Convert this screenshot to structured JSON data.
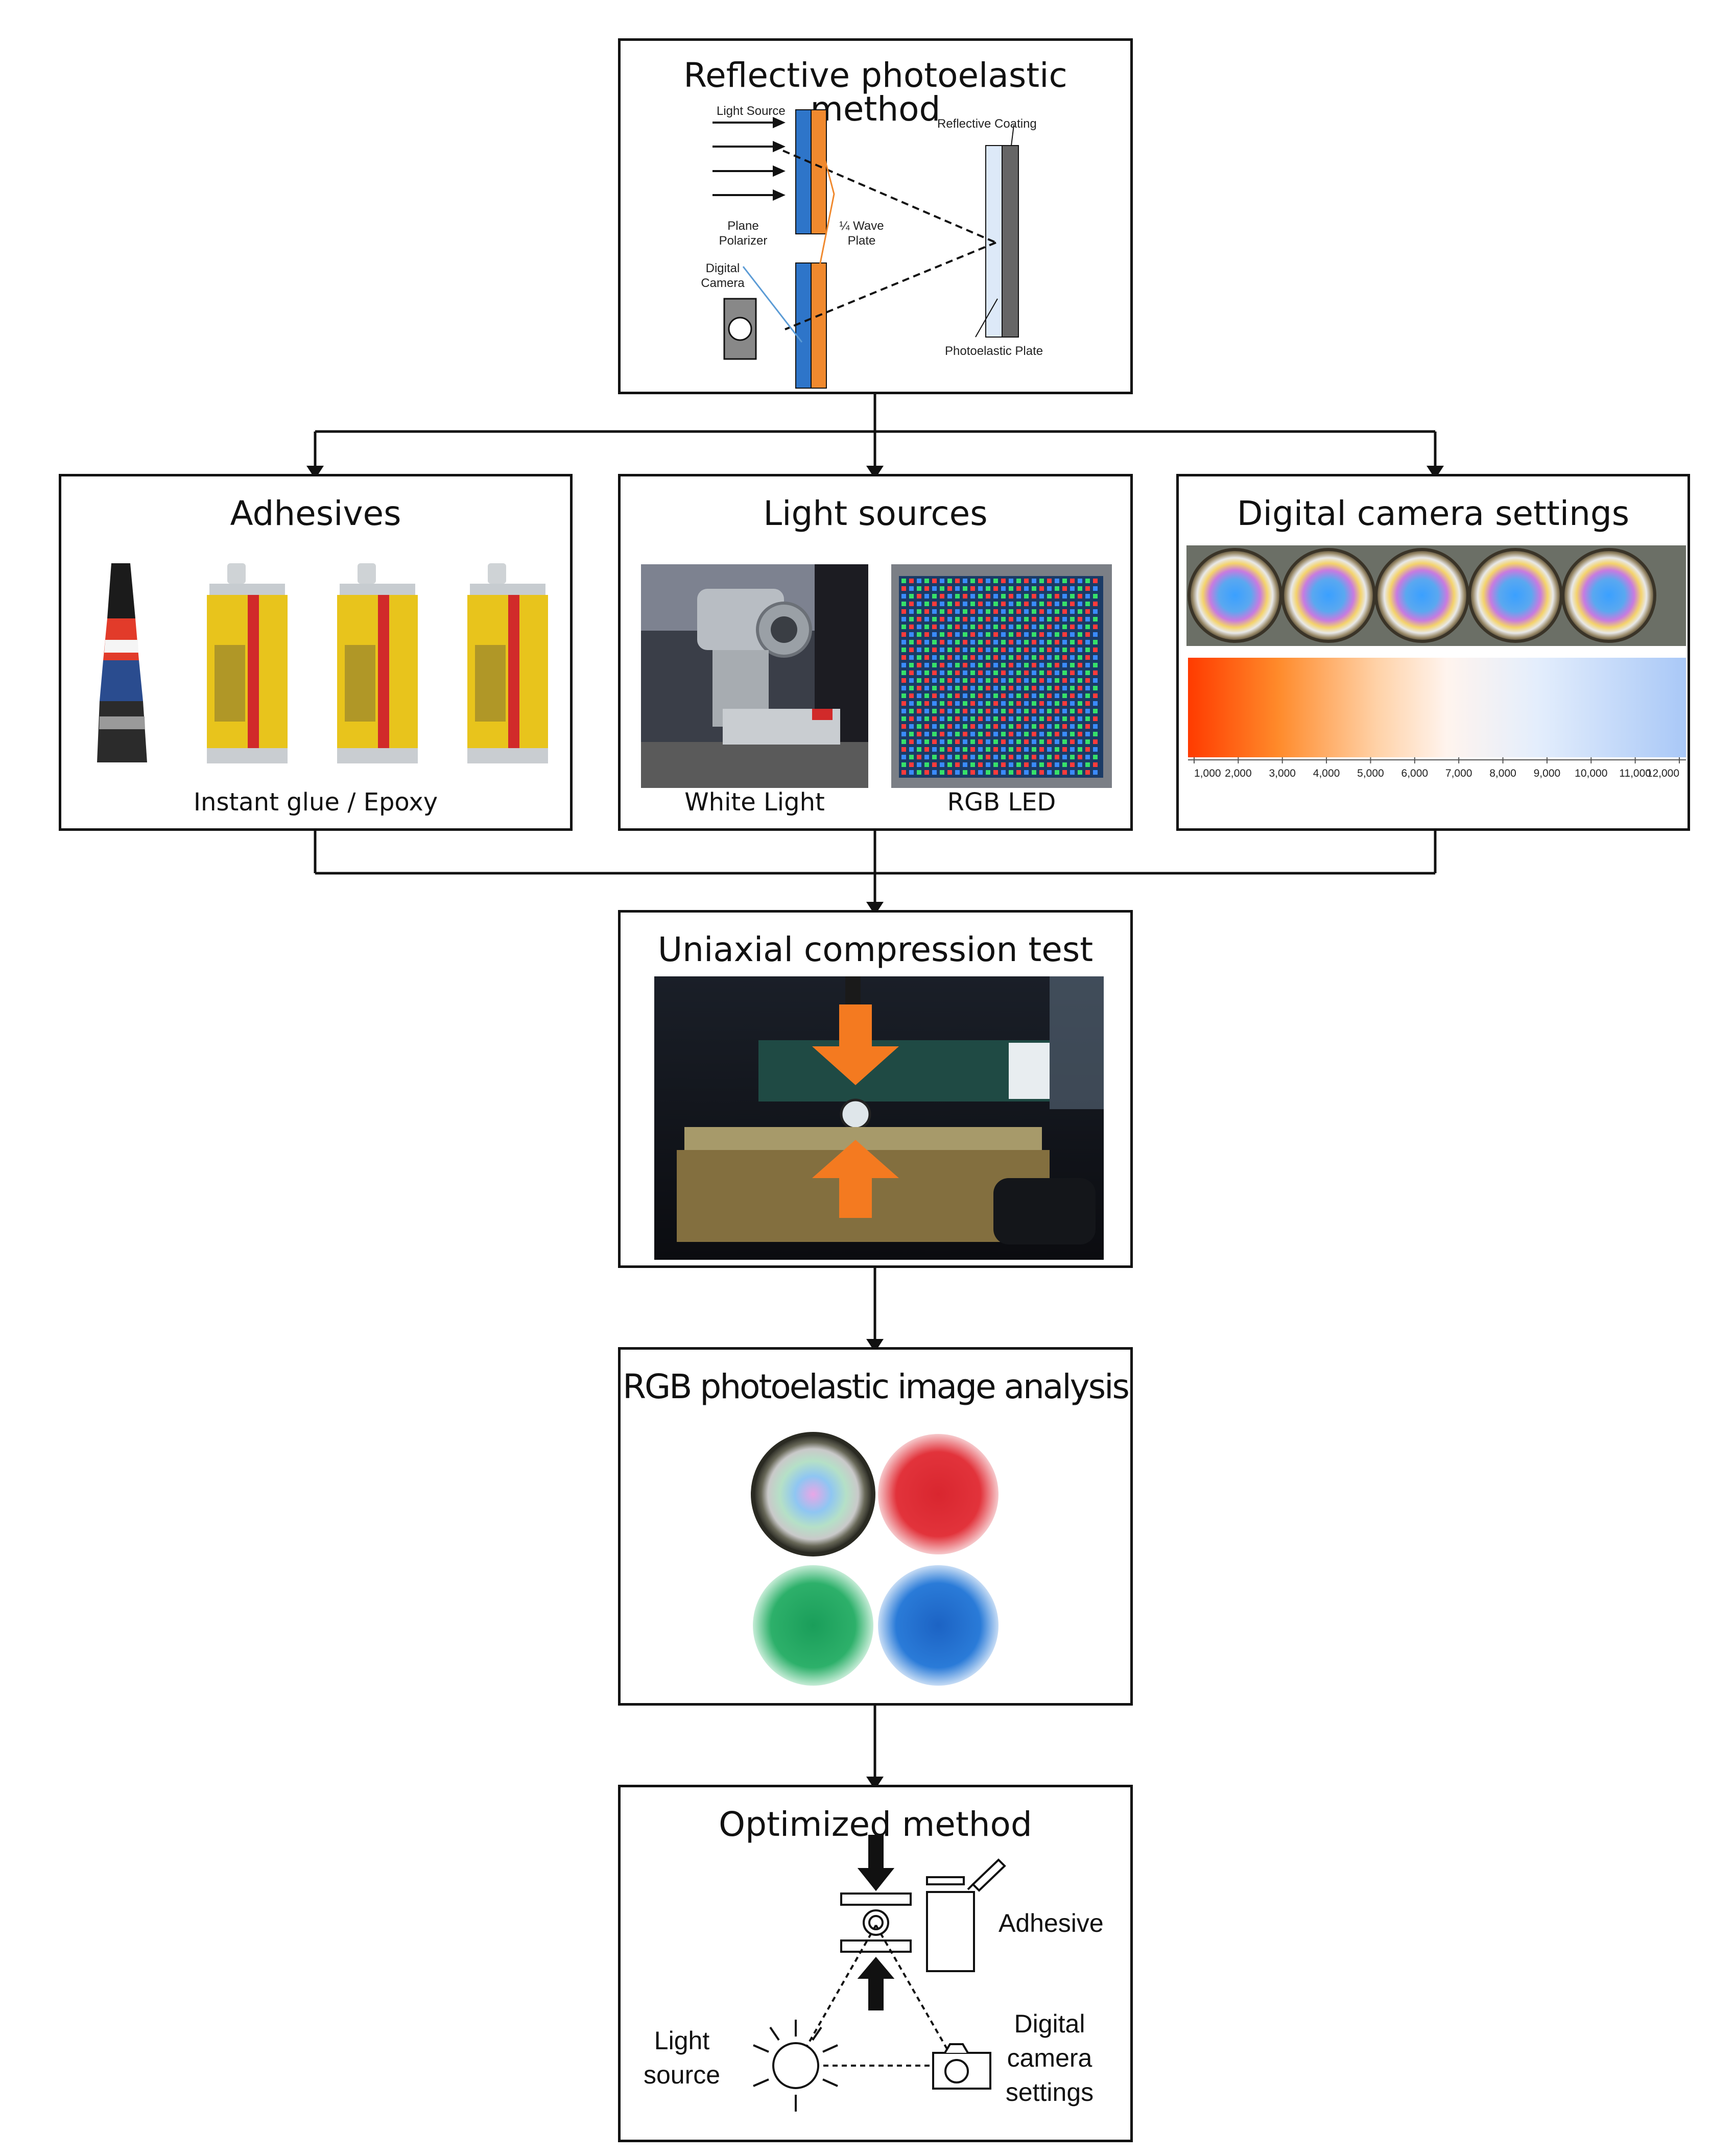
{
  "boxes": {
    "reflective": {
      "title": "Reflective photoelastic method",
      "labels": {
        "light_source": "Light Source",
        "reflective_coating": "Reflective Coating",
        "plane_polarizer": "Plane\nPolarizer",
        "wave_plate": "¼ Wave\nPlate",
        "digital_camera": "Digital\nCamera",
        "photoelastic_plate": "Photoelastic Plate"
      }
    },
    "adhesives": {
      "title": "Adhesives",
      "caption": "Instant glue / Epoxy"
    },
    "light_sources": {
      "title": "Light sources",
      "caption_left": "White Light",
      "caption_right": "RGB LED"
    },
    "camera_settings": {
      "title": "Digital camera settings",
      "kelvin_ticks": [
        "1,000",
        "2,000",
        "3,000",
        "4,000",
        "5,000",
        "6,000",
        "7,000",
        "8,000",
        "9,000",
        "10,000",
        "11,000",
        "12,000"
      ]
    },
    "compression": {
      "title": "Uniaxial compression test"
    },
    "rgb_analysis": {
      "title": "RGB photoelastic image analysis"
    },
    "optimized": {
      "title": "Optimized method",
      "label_adhesive": "Adhesive",
      "label_light": "Light\nsource",
      "label_camera": "Digital\ncamera\nsettings"
    }
  },
  "colors": {
    "polarizer_blue": "#2e75c9",
    "wave_plate_orange": "#f0892e",
    "arrow_orange": "#f47a20",
    "kelvin_warm": "#ff3b00",
    "kelvin_neutral": "#fff4ee",
    "kelvin_cool": "#a9c8f7"
  }
}
